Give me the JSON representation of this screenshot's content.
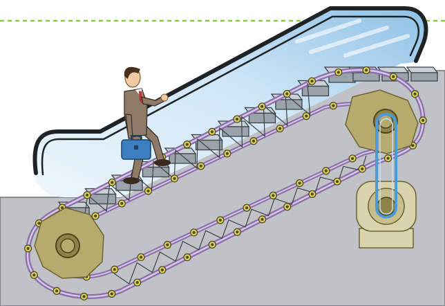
{
  "diagram": {
    "subject": "escalator-mechanism-cutaway",
    "parts": [
      "handrail-balustrade",
      "glass-panel",
      "steps",
      "step-chain",
      "chain-rollers",
      "drive-gear",
      "return-gear",
      "drive-motor",
      "drive-belt",
      "passenger"
    ]
  },
  "colors": {
    "background": "#ffffff",
    "dashed_line": "#8cc83c",
    "housing": "#bfc3c7",
    "housing_edge": "#6e7378",
    "glass_light": "#e7f2fb",
    "glass_blue": "#8fc1e6",
    "handrail": "#1f2326",
    "step_face": "#9aa3ab",
    "step_top": "#c9d0d6",
    "chain": "#8a6fa8",
    "chain_light": "#d8c7ea",
    "roller": "#d4cf5a",
    "gear": "#b6aa6c",
    "gear_dark": "#6d6233",
    "motor": "#d9d3ae",
    "belt": "#4c9ad6",
    "suit": "#8f7a67",
    "briefcase": "#3b7fc0"
  }
}
